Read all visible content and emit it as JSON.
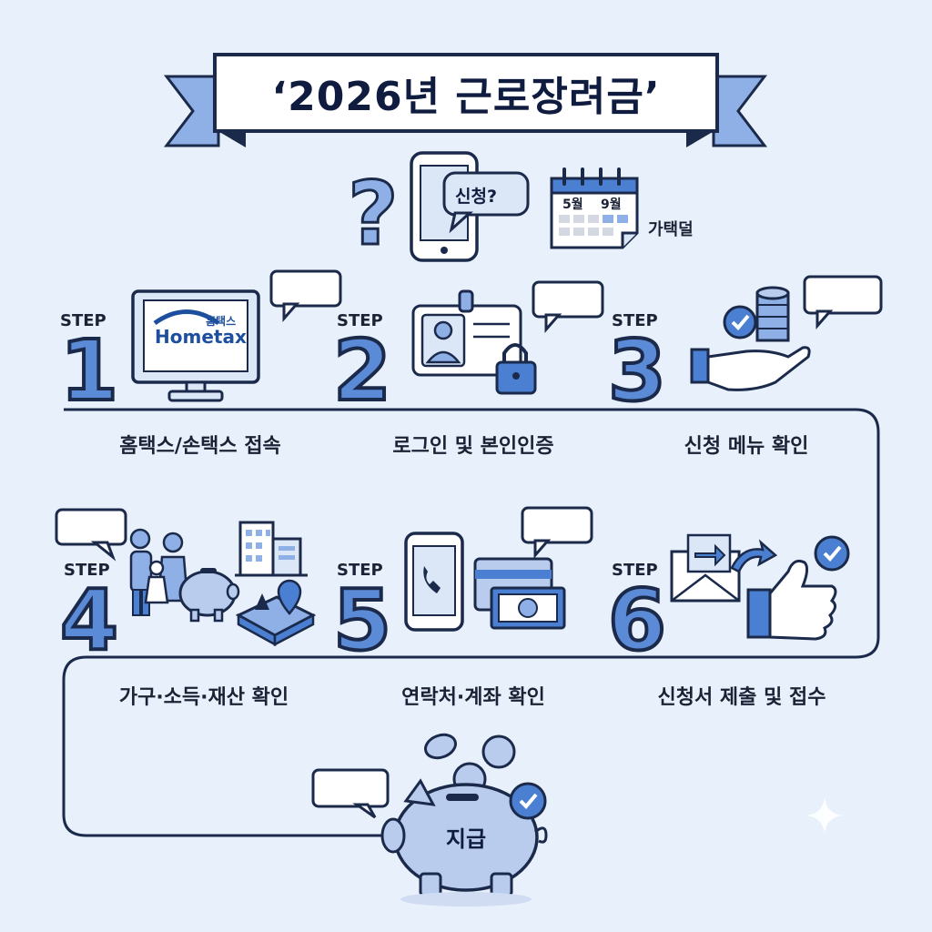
{
  "title": "‘2026년 근로장려금’",
  "intro": {
    "bubble": "신청?",
    "calendar_left": "5월",
    "calendar_right": "9월",
    "side_text": "가택덜"
  },
  "step_word": "STEP",
  "steps": [
    {
      "number": "1",
      "caption": "홈택스/손택스 접속",
      "logo_top": "홈택스",
      "logo_main": "Hometax"
    },
    {
      "number": "2",
      "caption": "로그인 및 본인인증"
    },
    {
      "number": "3",
      "caption": "신청 메뉴 확인"
    },
    {
      "number": "4",
      "caption": "가구·소득·재산 확인"
    },
    {
      "number": "5",
      "caption": "연락처·계좌 확인"
    },
    {
      "number": "6",
      "caption": "신청서 제출 및 접수"
    }
  ],
  "final": {
    "label": "지급"
  },
  "colors": {
    "background": "#e8f0fb",
    "accent": "#5b8bd6",
    "outline": "#1b2a4a",
    "fill_light": "#dbe6f7",
    "ribbon": "#8fb0e6"
  }
}
